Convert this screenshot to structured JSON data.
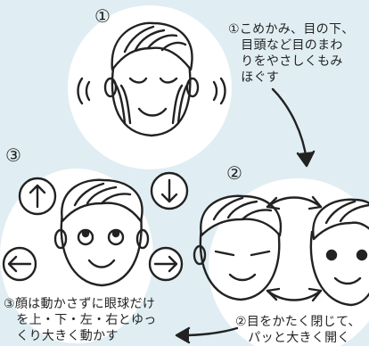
{
  "steps": [
    {
      "number": "①",
      "caption": "①こめかみ、目の下、\n　目頭など目のまわ\n　りをやさしくもみ\n　ほぐす"
    },
    {
      "number": "②",
      "caption": "②目をかたく閉じて、\n　パッと大きく開く"
    },
    {
      "number": "③",
      "caption": "③顔は動かさずに眼球だけ\n　を上・下・左・右とゆっ\n　くり大きく動かす"
    }
  ],
  "icons": [
    "arrow-up-icon",
    "arrow-down-icon",
    "arrow-left-icon",
    "arrow-right-icon"
  ],
  "colors": {
    "background": "#e0eef3",
    "circle": "#ffffff",
    "line": "#222222"
  }
}
